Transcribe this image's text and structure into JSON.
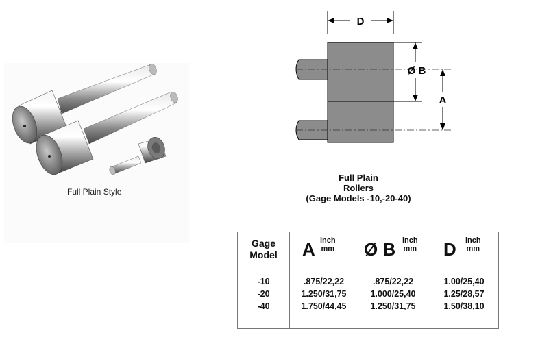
{
  "photo": {
    "caption": "Full Plain Style"
  },
  "diagram": {
    "dimension_d": "D",
    "dimension_b": "Ø B",
    "dimension_a": "A",
    "title_line1": "Full Plain",
    "title_line2": "Rollers",
    "title_line3": "(Gage Models -10,-20-40)"
  },
  "table": {
    "gage_header_line1": "Gage",
    "gage_header_line2": "Model",
    "col_a_symbol": "A",
    "col_b_symbol": "Ø B",
    "col_d_symbol": "D",
    "unit_inch": "inch",
    "unit_mm": "mm",
    "rows": [
      {
        "model": "-10",
        "a": ".875/22,22",
        "b": ".875/22,22",
        "d": "1.00/25,40"
      },
      {
        "model": "-20",
        "a": "1.250/31,75",
        "b": "1.000/25,40",
        "d": "1.25/28,57"
      },
      {
        "model": "-40",
        "a": "1.750/44,45",
        "b": "1.250/31,75",
        "d": "1.50/38,10"
      }
    ]
  }
}
